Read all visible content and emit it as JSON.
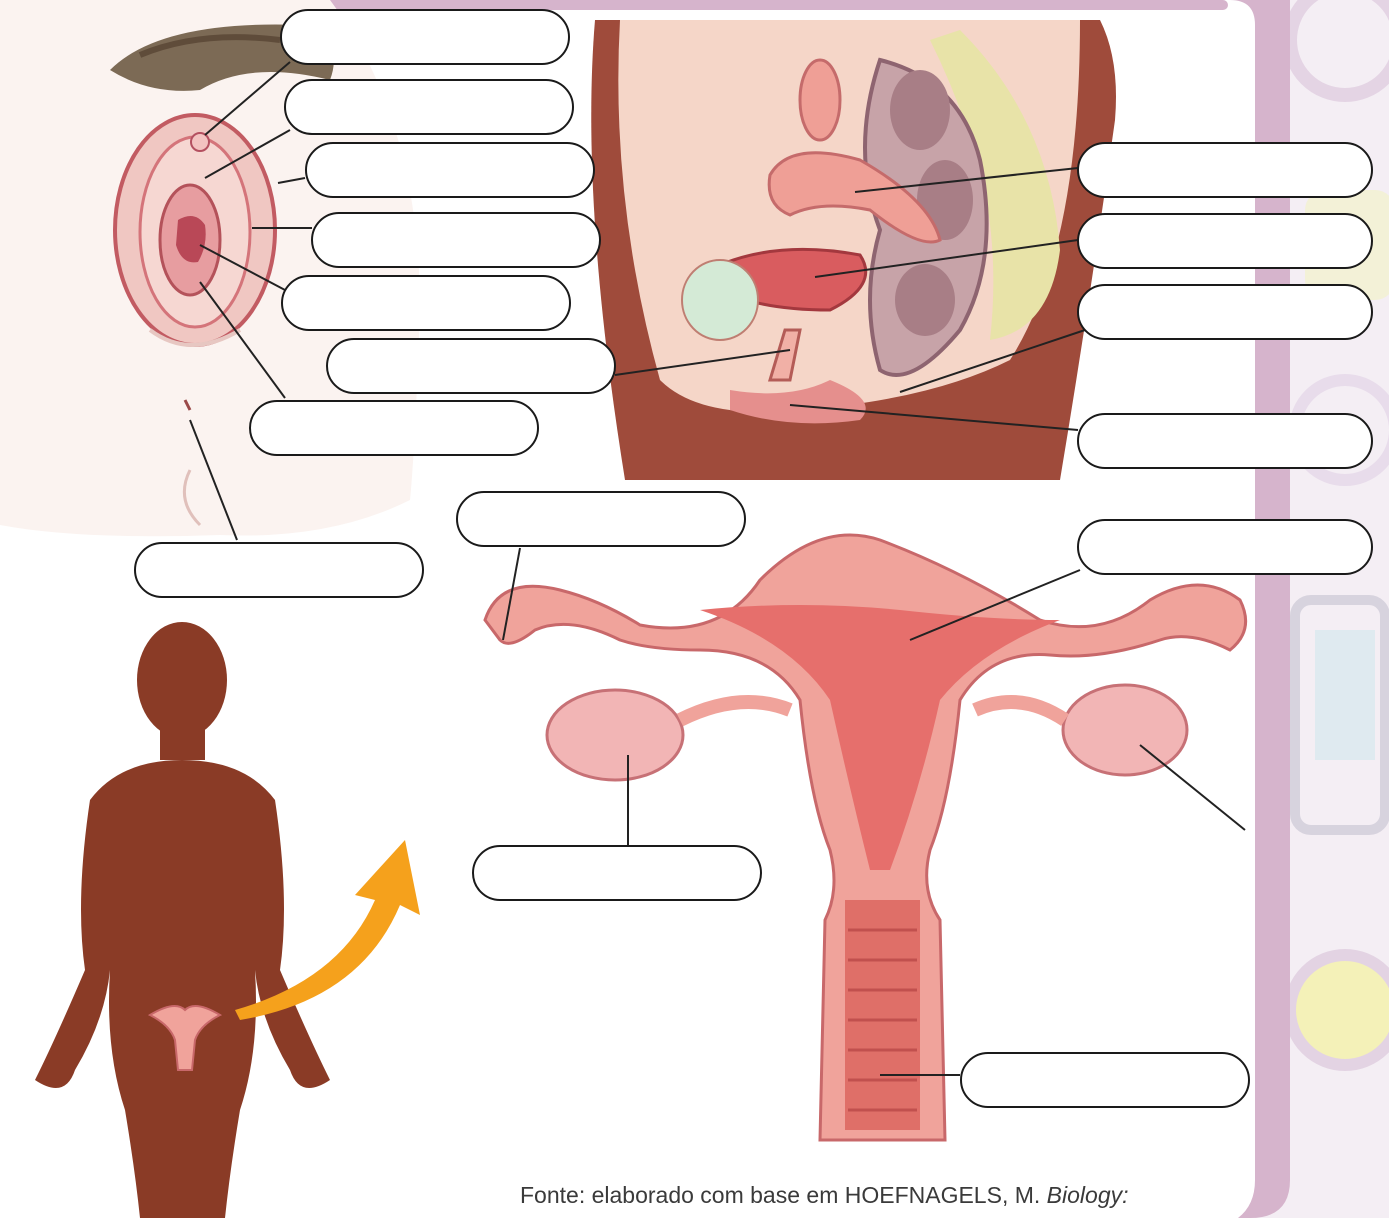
{
  "caption": {
    "prefix": "Fonte: elaborado com base em HOEFNAGELS, M. ",
    "italic": "Biology:"
  },
  "labels": [
    {
      "id": "vulva-1",
      "value": ""
    },
    {
      "id": "vulva-2",
      "value": ""
    },
    {
      "id": "vulva-3",
      "value": ""
    },
    {
      "id": "vulva-4",
      "value": ""
    },
    {
      "id": "vulva-5",
      "value": ""
    },
    {
      "id": "vulva-6",
      "value": ""
    },
    {
      "id": "vulva-7",
      "value": ""
    },
    {
      "id": "vulva-8",
      "value": ""
    },
    {
      "id": "sagittal-1",
      "value": ""
    },
    {
      "id": "sagittal-2",
      "value": ""
    },
    {
      "id": "sagittal-3",
      "value": ""
    },
    {
      "id": "sagittal-4",
      "value": ""
    },
    {
      "id": "uterus-tube",
      "value": ""
    },
    {
      "id": "uterus-body",
      "value": ""
    },
    {
      "id": "ovary",
      "value": ""
    },
    {
      "id": "vagina",
      "value": ""
    }
  ],
  "colors": {
    "frame": "#d6b4cc",
    "tissue": "#e98a86",
    "tissue_light": "#f2b6ae",
    "silhouette": "#8a3b26",
    "arrow": "#f5a11c"
  }
}
